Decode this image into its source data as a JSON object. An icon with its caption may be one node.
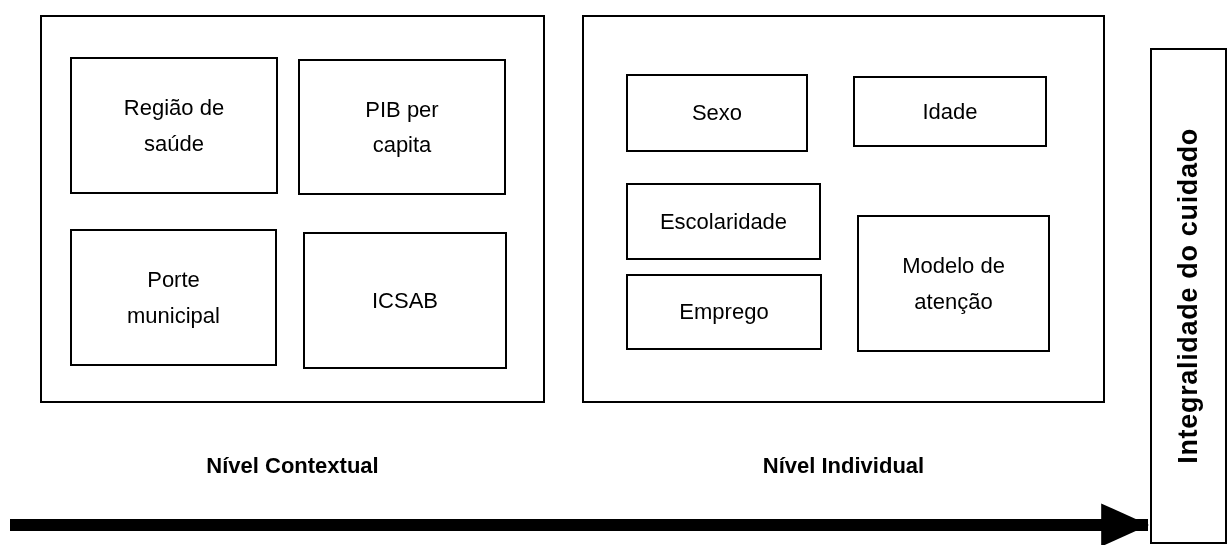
{
  "diagram": {
    "nodes": [
      {
        "text": [
          "Nível Contextual"
        ]
      },
      {
        "text": [
          "Região de saúde"
        ],
        "in": 0
      },
      {
        "text": [
          "PIB per capita"
        ],
        "in": 0
      },
      {
        "text": [
          "Porte municipal"
        ],
        "in": 0
      },
      {
        "text": [
          "ICSAB"
        ],
        "in": 0
      },
      {
        "text": [
          "Nível Individual"
        ]
      },
      {
        "text": [
          "Sexo"
        ],
        "in": 5
      },
      {
        "text": [
          "Idade"
        ],
        "in": 5
      },
      {
        "text": [
          "Escolaridade"
        ],
        "in": 5
      },
      {
        "text": [
          "Emprego"
        ],
        "in": 5
      },
      {
        "text": [
          "Modelo de atenção"
        ],
        "in": 5
      },
      {
        "text": [
          "Integralidade do cuidado"
        ]
      }
    ],
    "edges": [
      {
        "from": null,
        "to": 11,
        "arrow": "to"
      }
    ]
  }
}
